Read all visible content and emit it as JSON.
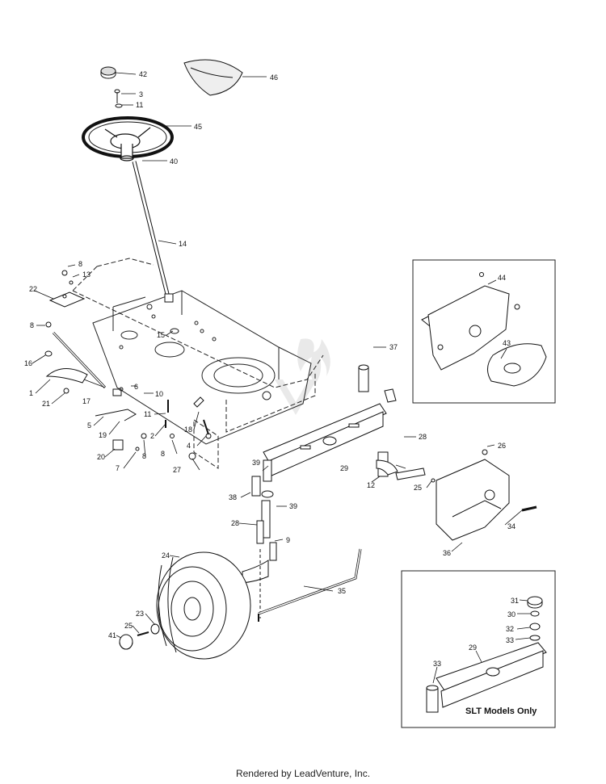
{
  "footer": "Rendered by LeadVenture, Inc.",
  "inset_caption": "SLT Models Only",
  "watermark_icon": "leadventure-flame-logo",
  "callouts": {
    "c1": "1",
    "c2": "2",
    "c3": "3",
    "c4": "4",
    "c5": "5",
    "c6": "6",
    "c7": "7",
    "c8a": "8",
    "c8b": "8",
    "c8c": "8",
    "c8d": "8",
    "c9": "9",
    "c10": "10",
    "c11a": "11",
    "c11b": "11",
    "c12": "12",
    "c13": "13",
    "c14": "14",
    "c15": "15",
    "c16": "16",
    "c17": "17",
    "c18": "18",
    "c19": "19",
    "c20": "20",
    "c21": "21",
    "c22": "22",
    "c23": "23",
    "c24": "24",
    "c25a": "25",
    "c25b": "25",
    "c26": "26",
    "c27": "27",
    "c28a": "28",
    "c28b": "28",
    "c29a": "29",
    "c29b": "29",
    "c30": "30",
    "c31": "31",
    "c32": "32",
    "c33a": "33",
    "c33b": "33",
    "c34": "34",
    "c35": "35",
    "c36": "36",
    "c37": "37",
    "c38": "38",
    "c39a": "39",
    "c39b": "39",
    "c40": "40",
    "c41": "41",
    "c42": "42",
    "c43": "43",
    "c44": "44",
    "c45": "45",
    "c46": "46"
  }
}
